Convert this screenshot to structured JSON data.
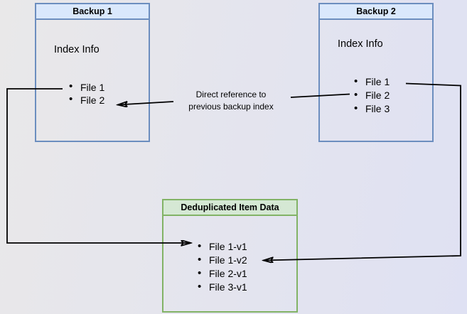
{
  "diagram": {
    "backup1": {
      "title": "Backup 1",
      "subtitle": "Index Info",
      "items": [
        "File 1",
        "File 2"
      ]
    },
    "backup2": {
      "title": "Backup 2",
      "subtitle": "Index Info",
      "items": [
        "File 1",
        "File 2",
        "File 3"
      ]
    },
    "dedup": {
      "title": "Deduplicated Item Data",
      "items": [
        "File 1-v1",
        "File 1-v2",
        "File 2-v1",
        "File 3-v1"
      ]
    },
    "annotations": {
      "reference_label": [
        "Direct reference to",
        "previous backup index"
      ]
    }
  },
  "colors": {
    "node-blue-fill": "#dae8fc",
    "node-blue-border": "#6c8ebf",
    "node-green-fill": "#d5e8d4",
    "node-green-border": "#82b366",
    "arrow": "#000000",
    "text": "#000000",
    "canvas-left": "#e9e8e9",
    "canvas-right": "#dfe1f3"
  }
}
